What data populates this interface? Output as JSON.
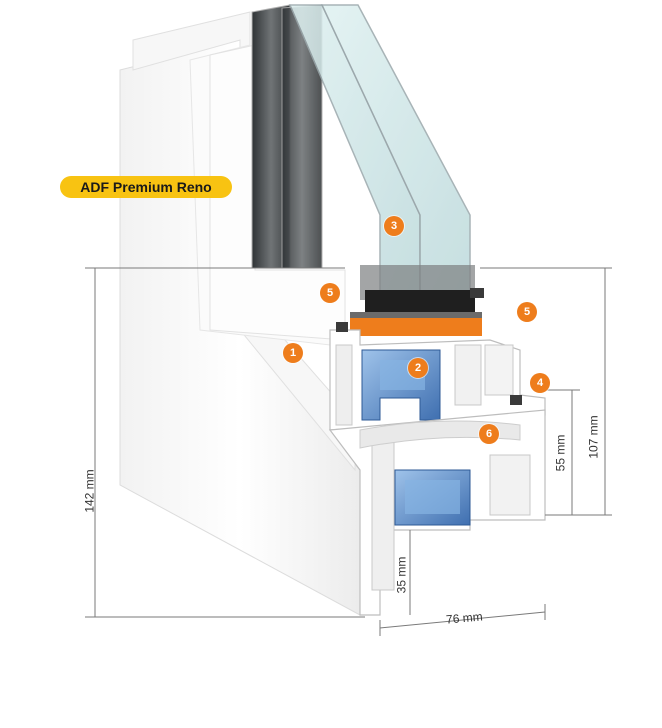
{
  "product": {
    "name": "ADF Premium Reno",
    "badge_color": "#f8c312"
  },
  "markers": [
    {
      "id": "1",
      "label": "1"
    },
    {
      "id": "2",
      "label": "2"
    },
    {
      "id": "3",
      "label": "3"
    },
    {
      "id": "4",
      "label": "4"
    },
    {
      "id": "5a",
      "label": "5"
    },
    {
      "id": "5b",
      "label": "5"
    },
    {
      "id": "6",
      "label": "6"
    }
  ],
  "marker_color": "#ee7d1c",
  "dimensions": {
    "total_height": "142 mm",
    "sash_height": "107 mm",
    "inner_height": "55 mm",
    "frame_visible": "35 mm",
    "depth": "76 mm"
  }
}
